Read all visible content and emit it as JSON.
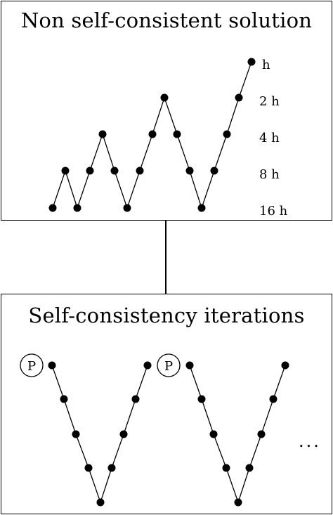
{
  "top_panel": {
    "title": "Non self-consistent solution",
    "levels": [
      "h",
      "2 h",
      "4 h",
      "8 h",
      "16 h"
    ]
  },
  "bottom_panel": {
    "title": "Self-consistency iterations",
    "markers": [
      "P",
      "P"
    ],
    "ellipsis": "..."
  }
}
